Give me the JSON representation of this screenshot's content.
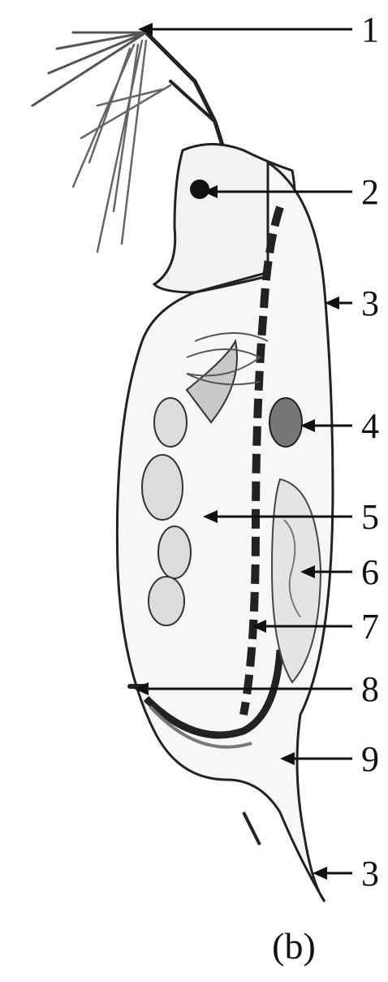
{
  "figure": {
    "caption": "(b)",
    "labels": [
      {
        "id": "label-1",
        "text": "1"
      },
      {
        "id": "label-2",
        "text": "2"
      },
      {
        "id": "label-3-top",
        "text": "3"
      },
      {
        "id": "label-4",
        "text": "4"
      },
      {
        "id": "label-5",
        "text": "5"
      },
      {
        "id": "label-6",
        "text": "6"
      },
      {
        "id": "label-7",
        "text": "7"
      },
      {
        "id": "label-8",
        "text": "8"
      },
      {
        "id": "label-9",
        "text": "9"
      },
      {
        "id": "label-3-bottom",
        "text": "3"
      }
    ]
  },
  "colors": {
    "ink": "#111111",
    "shading": "#9a9a9a",
    "background": "#ffffff"
  }
}
